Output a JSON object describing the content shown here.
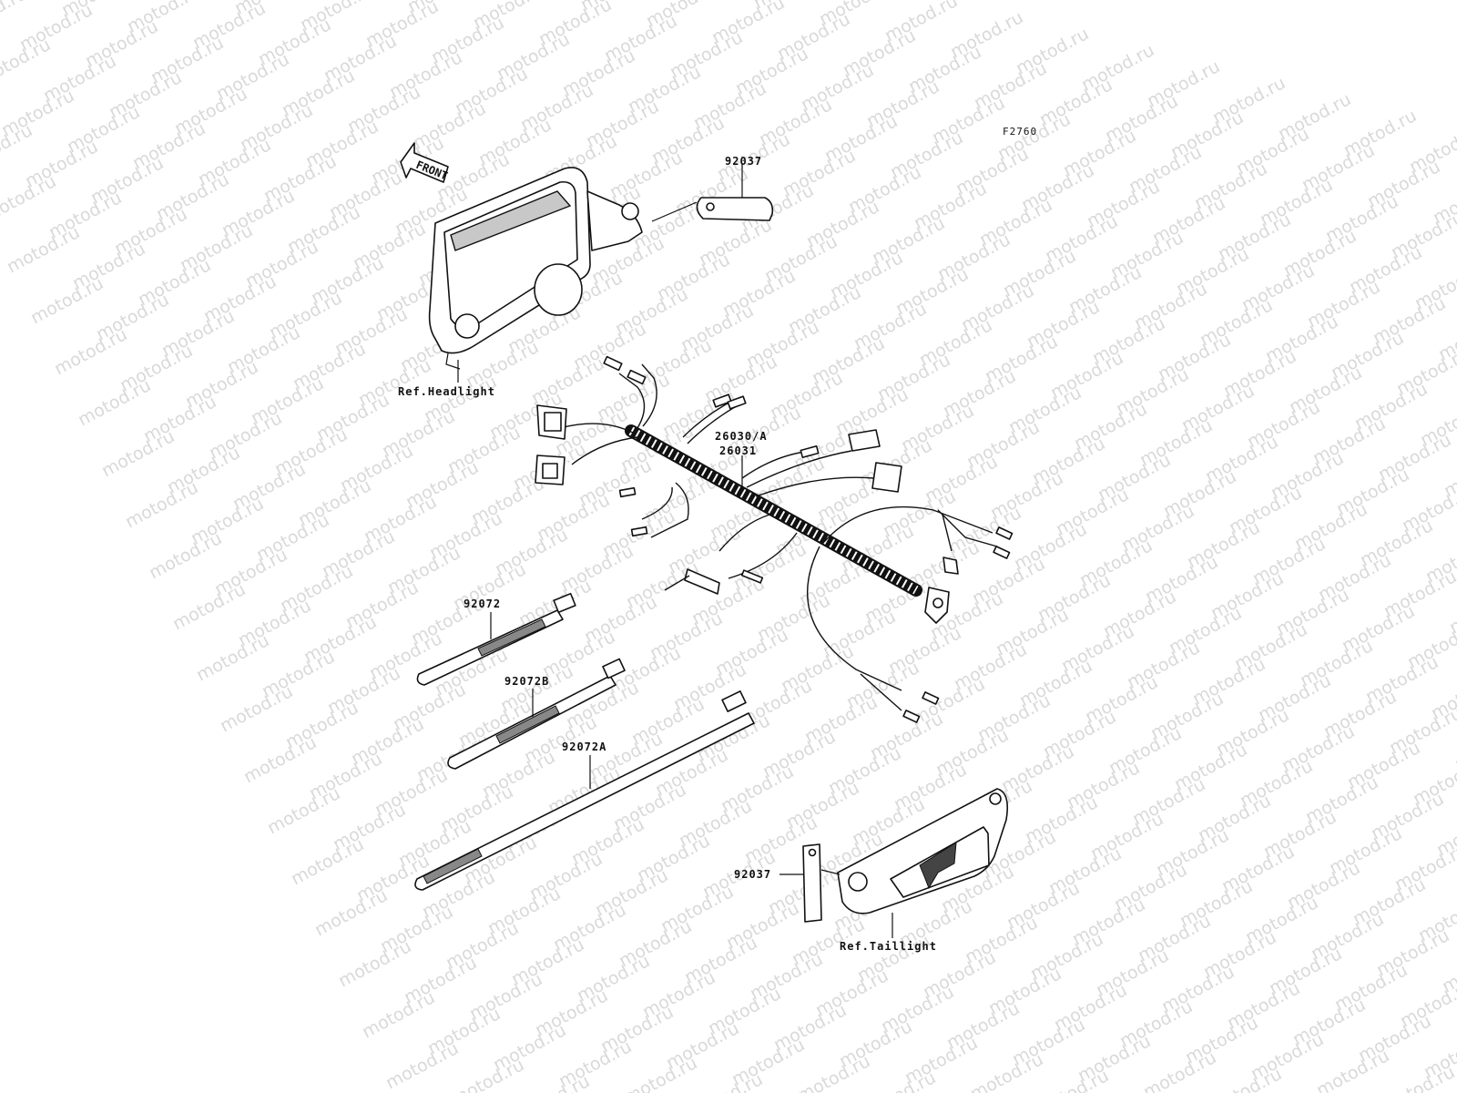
{
  "watermark": "motod.ru",
  "figure_code": "F2760",
  "front_arrow": "FRONT",
  "labels": {
    "headlight_ref": "Ref.Headlight",
    "taillight_ref": "Ref.Taillight",
    "clamp_top": "92037",
    "clamp_bottom": "92037",
    "harness_a": "26030/A",
    "harness_b": "26031",
    "band_1": "92072",
    "band_2": "92072B",
    "band_3": "92072A"
  }
}
